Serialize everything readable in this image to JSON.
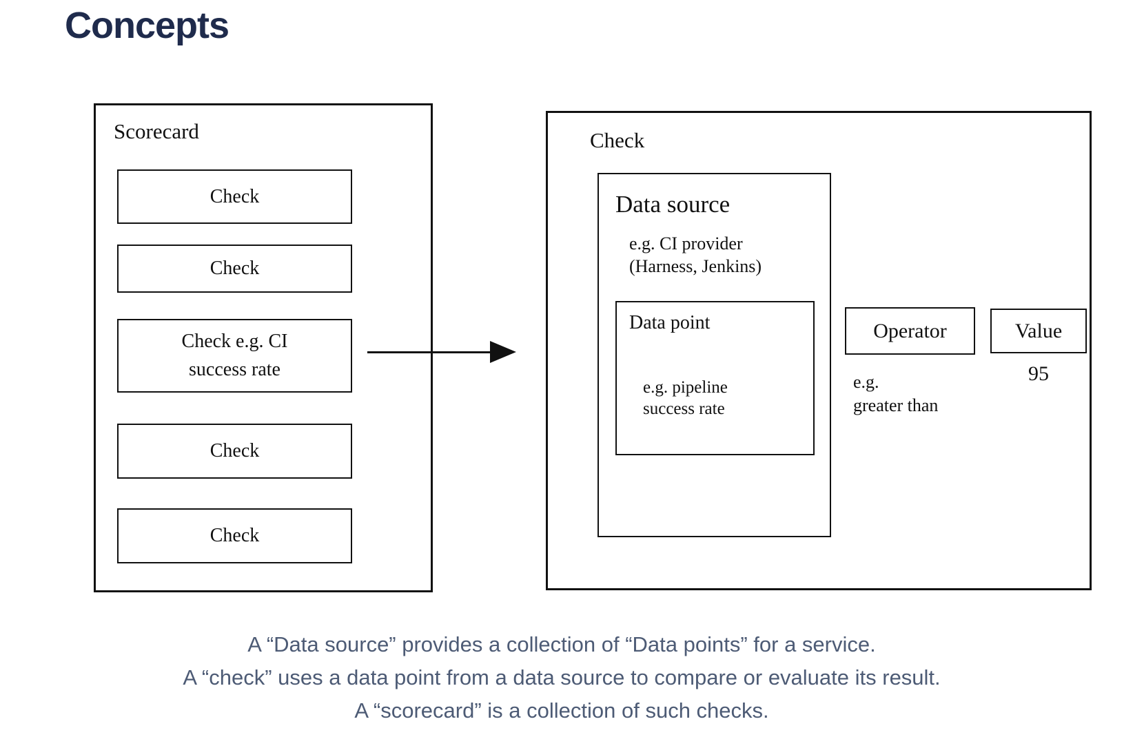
{
  "title": "Concepts",
  "scorecard": {
    "label": "Scorecard",
    "checks": [
      {
        "label": "Check"
      },
      {
        "label": "Check"
      },
      {
        "lines": [
          "Check e.g. CI",
          "success rate"
        ]
      },
      {
        "label": "Check"
      },
      {
        "label": "Check"
      }
    ]
  },
  "check_panel": {
    "label": "Check",
    "data_source": {
      "label": "Data source",
      "example_lines": [
        "e.g. CI provider",
        "(Harness, Jenkins)"
      ],
      "data_point": {
        "label": "Data point",
        "example_lines": [
          "e.g. pipeline",
          "success rate"
        ]
      }
    },
    "operator": {
      "label": "Operator",
      "example_lines": [
        "e.g.",
        "greater than"
      ]
    },
    "value": {
      "label": "Value",
      "example": "95"
    }
  },
  "caption": {
    "lines": [
      "A “Data source” provides a collection of “Data points” for a service.",
      "A “check” uses a data point from a data source to compare or evaluate its result.",
      "A “scorecard” is a collection of such checks."
    ]
  },
  "colors": {
    "heading_text": "#1f2b4c",
    "caption_text": "#4d5b75",
    "diagram_stroke": "#111111",
    "background": "#ffffff"
  }
}
